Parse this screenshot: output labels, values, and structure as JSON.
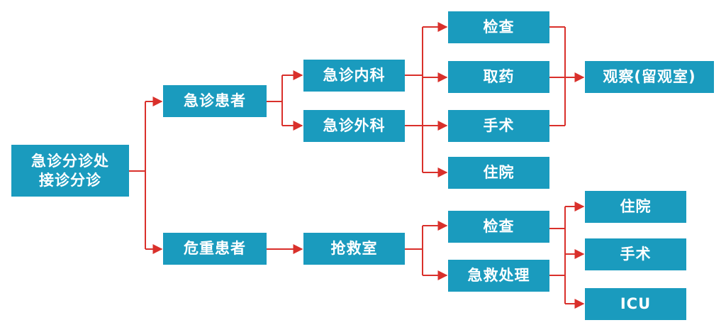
{
  "colors": {
    "box": "#1a9bbe",
    "box_text": "#ffffff",
    "arrow": "#d9302b"
  },
  "nodes": {
    "triage": {
      "line1": "急诊分诊处",
      "line2": "接诊分诊"
    },
    "emergency_patient": "急诊患者",
    "critical_patient": "危重患者",
    "internal_medicine": "急诊内科",
    "surgery_dept": "急诊外科",
    "rescue_room": "抢救室",
    "exam_1": "检查",
    "medicine": "取药",
    "operation_1": "手术",
    "admission_1": "住院",
    "exam_2": "检查",
    "first_aid": "急救处理",
    "observation": "观察(留观室)",
    "admission_2": "住院",
    "operation_2": "手术",
    "icu": "ICU"
  }
}
